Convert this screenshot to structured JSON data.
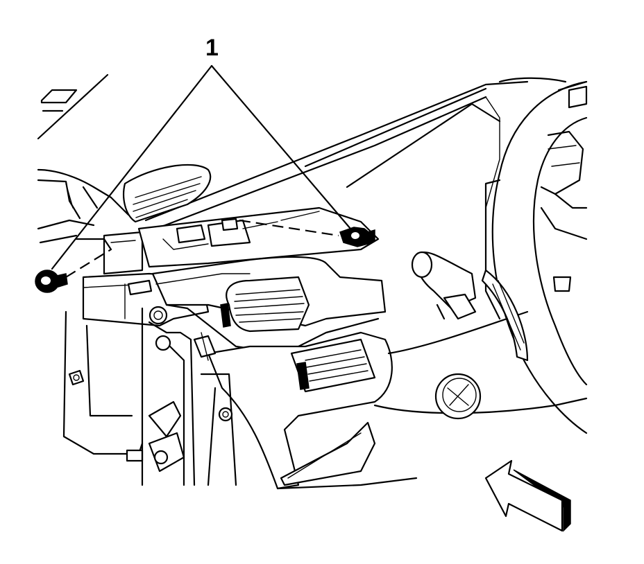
{
  "callouts": [
    {
      "label": "1",
      "targets": [
        "left-fastener",
        "right-fastener"
      ]
    }
  ],
  "colors": {
    "line": "#000000",
    "background": "#ffffff"
  },
  "icons": {
    "view_arrow": "view-direction-arrow-icon",
    "fastener": "bolt-icon"
  }
}
